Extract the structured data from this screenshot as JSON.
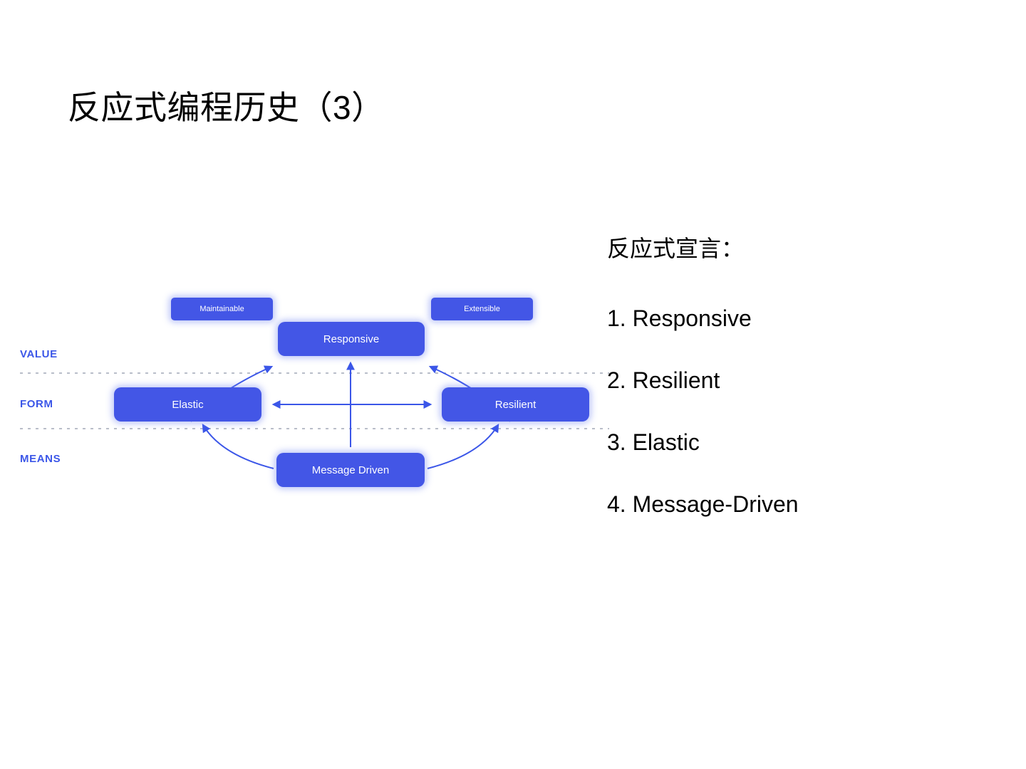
{
  "slide": {
    "title": "反应式编程历史（3）"
  },
  "manifesto": {
    "heading": "反应式宣言：",
    "items": [
      "1. Responsive",
      "2. Resilient",
      "3. Elastic",
      "4. Message-Driven"
    ]
  },
  "diagram": {
    "accent_color": "#4356e6",
    "label_color": "#3b56e8",
    "divider_color": "#b9bec9",
    "axis_labels": [
      "VALUE",
      "FORM",
      "MEANS"
    ],
    "nodes": {
      "maintainable": "Maintainable",
      "extensible": "Extensible",
      "responsive": "Responsive",
      "elastic": "Elastic",
      "resilient": "Resilient",
      "message_driven": "Message Driven"
    }
  }
}
